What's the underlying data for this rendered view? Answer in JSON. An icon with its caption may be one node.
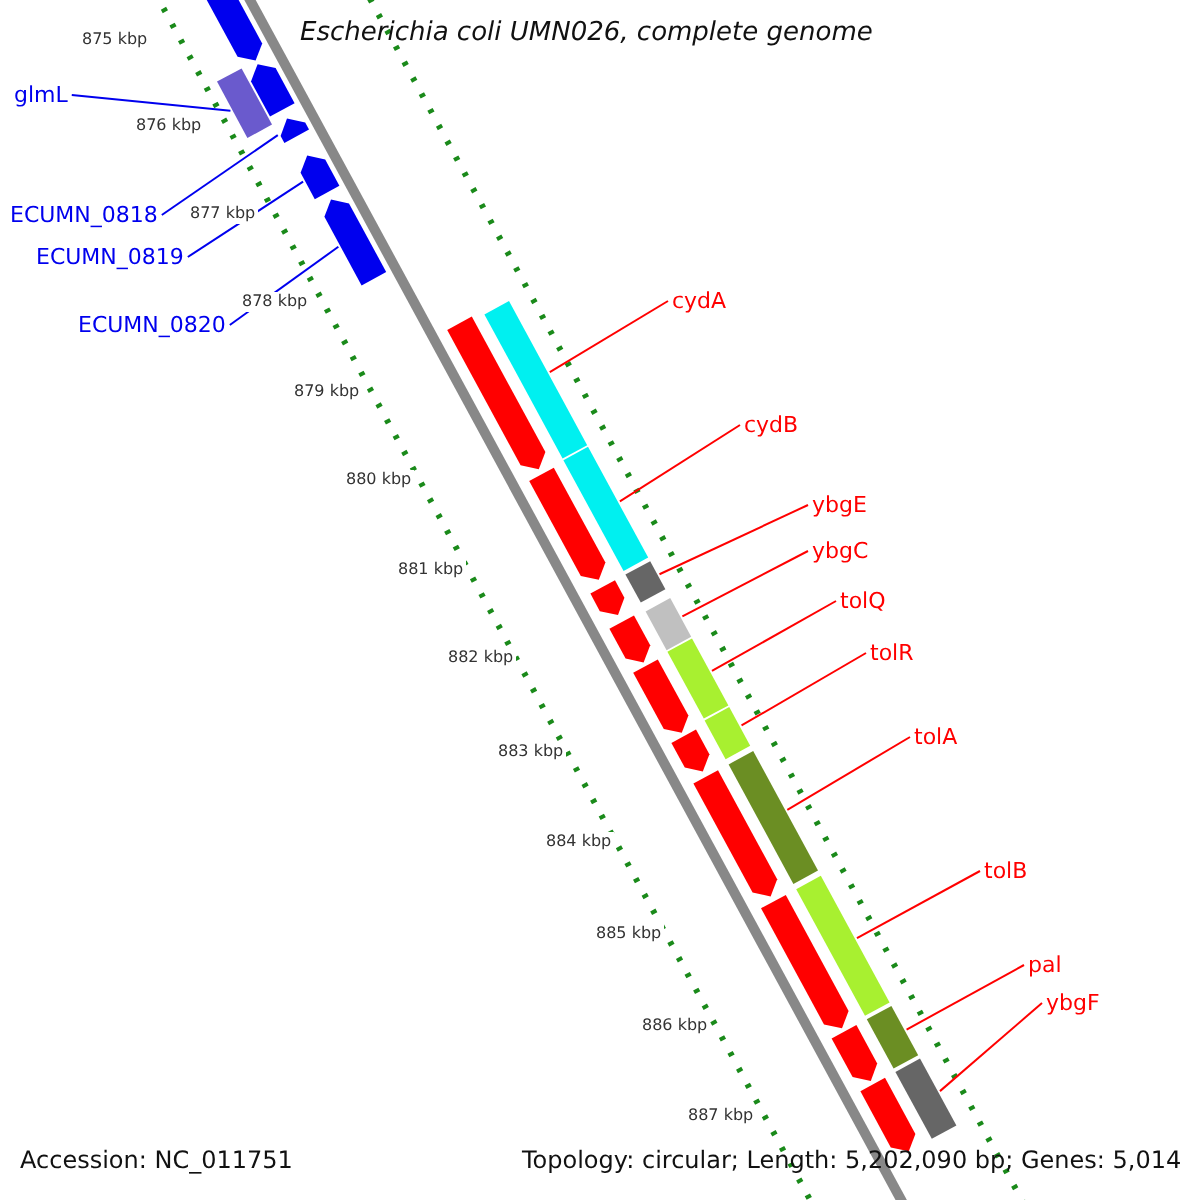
{
  "diagram": {
    "title": "Escherichia coli UMN026, complete genome",
    "nodes": [
      {
        "text": [
          "glmL"
        ]
      },
      {
        "text": [
          "ECUMN_0818"
        ]
      },
      {
        "text": [
          "ECUMN_0819"
        ]
      },
      {
        "text": [
          "ECUMN_0820"
        ]
      },
      {
        "text": [
          "cydA"
        ]
      },
      {
        "text": [
          "cydB"
        ]
      },
      {
        "text": [
          "ybgE"
        ]
      },
      {
        "text": [
          "ybgC"
        ]
      },
      {
        "text": [
          "tolQ"
        ]
      },
      {
        "text": [
          "tolR"
        ]
      },
      {
        "text": [
          "tolA"
        ]
      },
      {
        "text": [
          "tolB"
        ]
      },
      {
        "text": [
          "pal"
        ]
      },
      {
        "text": [
          "ybgF"
        ]
      },
      {
        "text": [],
        "shape": "bar"
      },
      {
        "text": [],
        "shape": "bar"
      },
      {
        "text": [],
        "shape": "bar"
      },
      {
        "text": [],
        "shape": "bar"
      },
      {
        "text": [],
        "shape": "bar"
      },
      {
        "text": [],
        "shape": "bar"
      },
      {
        "text": [],
        "shape": "bar"
      },
      {
        "text": [],
        "shape": "bar"
      },
      {
        "text": [],
        "shape": "bar"
      },
      {
        "text": [],
        "shape": "bar"
      },
      {
        "text": [],
        "shape": "bar"
      },
      {
        "text": [],
        "shape": "bar"
      },
      {
        "text": [],
        "shape": "bar"
      },
      {
        "text": [],
        "shape": "bar"
      },
      {
        "text": [],
        "shape": "bar"
      },
      {
        "text": [],
        "shape": "bar"
      },
      {
        "text": [],
        "shape": "bar"
      },
      {
        "text": [],
        "shape": "bar"
      },
      {
        "text": [],
        "shape": "bar"
      },
      {
        "text": [],
        "shape": "bar"
      },
      {
        "text": [],
        "shape": "bar"
      },
      {
        "text": [],
        "shape": "bar"
      },
      {
        "text": [],
        "shape": "bar"
      },
      {
        "text": [],
        "shape": "bar"
      },
      {
        "text": [],
        "shape": "bar"
      },
      {
        "text": [],
        "shape": "bar"
      }
    ],
    "edges": [
      {
        "from": 0,
        "to": 14,
        "arrow": "none",
        "color": "#0000ee"
      },
      {
        "from": 1,
        "to": 15,
        "arrow": "none",
        "color": "#0000ee"
      },
      {
        "from": 2,
        "to": 16,
        "arrow": "none",
        "color": "#0000ee"
      },
      {
        "from": 3,
        "to": 17,
        "arrow": "none",
        "color": "#0000ee"
      },
      {
        "from": 4,
        "to": 18,
        "arrow": "none"
      },
      {
        "from": 5,
        "to": 19,
        "arrow": "none"
      },
      {
        "from": 6,
        "to": 20,
        "arrow": "none"
      },
      {
        "from": 7,
        "to": 21,
        "arrow": "none"
      },
      {
        "from": 8,
        "to": 22,
        "arrow": "none"
      },
      {
        "from": 9,
        "to": 23,
        "arrow": "none"
      },
      {
        "from": 10,
        "to": 24,
        "arrow": "none"
      },
      {
        "from": 11,
        "to": 25,
        "arrow": "none"
      },
      {
        "from": 12,
        "to": 26,
        "arrow": "none"
      },
      {
        "from": 13,
        "to": 27,
        "arrow": "none"
      }
    ],
    "labels": [
      "875 kbp",
      "876 kbp",
      "877 kbp",
      "878 kbp",
      "879 kbp",
      "880 kbp",
      "881 kbp",
      "882 kbp",
      "883 kbp",
      "884 kbp",
      "885 kbp",
      "886 kbp",
      "887 kbp",
      "Accession: NC_011751",
      "Topology: circular; Length: 5,202,090 bp; Genes: 5,014"
    ]
  }
}
